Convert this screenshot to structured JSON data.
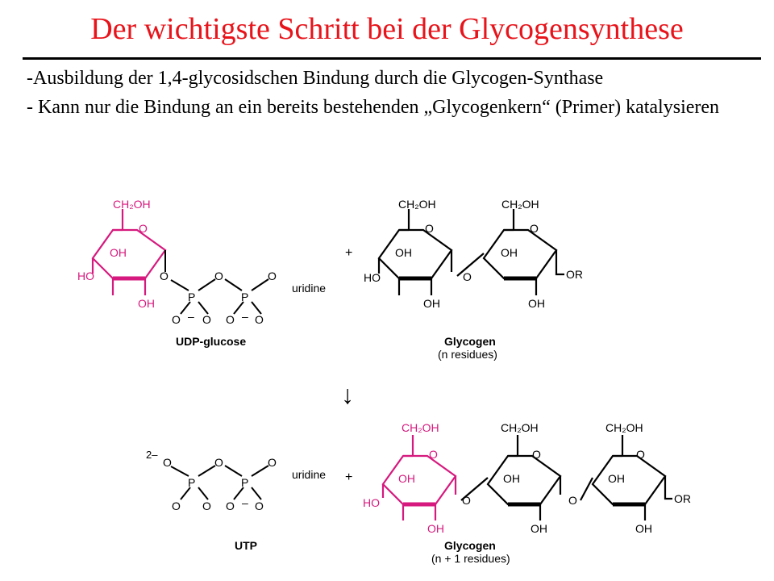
{
  "title": "Der wichtigste Schritt bei der Glycogensynthese",
  "bullets": [
    "-Ausbildung der 1,4-glycosidschen Bindung durch die Glycogen-Synthase",
    "- Kann nur die Bindung an ein bereits bestehenden „Glycogenkern“ (Primer) katalysieren"
  ],
  "diagram": {
    "ch2oh": "CH₂OH",
    "o": "O",
    "oh": "OH",
    "ho": "HO",
    "p": "P",
    "minus": "–",
    "uridine": "uridine",
    "plus": "+",
    "or": "OR",
    "charge": "2–",
    "arrow": "↓",
    "udp_glucose": "UDP-glucose",
    "glycogen": "Glycogen",
    "glycogen_n": "(n residues)",
    "utp": "UTP",
    "glycogen_n1": "(n + 1 residues)",
    "colors": {
      "sugar_new": "#d6197e",
      "black": "#000000",
      "title": "#e8141b"
    }
  }
}
